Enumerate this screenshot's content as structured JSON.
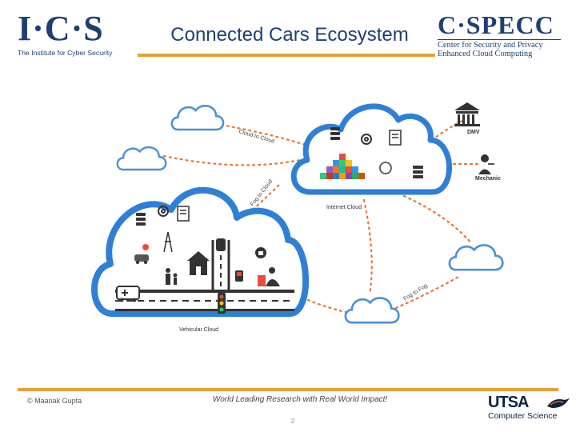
{
  "header": {
    "ics_logo": "I·C·S",
    "ics_subtitle": "The Institute for Cyber Security",
    "title": "Connected Cars Ecosystem",
    "cspecc_logo": "C·SPECC",
    "cspecc_line1": "Center for Security and Privacy",
    "cspecc_line2": "Enhanced Cloud Computing"
  },
  "diagram": {
    "internet_cloud_label": "Internet Cloud",
    "vehicular_cloud_label": "Vehicular Cloud",
    "cloud_to_cloud_label": "Cloud to Cloud",
    "fog_to_cloud_label": "Fog to Cloud",
    "fog_to_fog_label": "Fog to Fog",
    "dmv_label": "DMV",
    "mechanic_label": "Mechanic"
  },
  "footer": {
    "copyright": "© Maanak Gupta",
    "tagline": "World Leading Research with Real World Impact!",
    "page_number": "2",
    "utsa_logo": "UTSA",
    "utsa_subtitle": "Computer Science"
  },
  "colors": {
    "brand_navy": "#1f3f73",
    "accent_orange": "#e8a036",
    "cloud_blue": "#2f7fd6",
    "dotted_link": "#e0783a"
  }
}
